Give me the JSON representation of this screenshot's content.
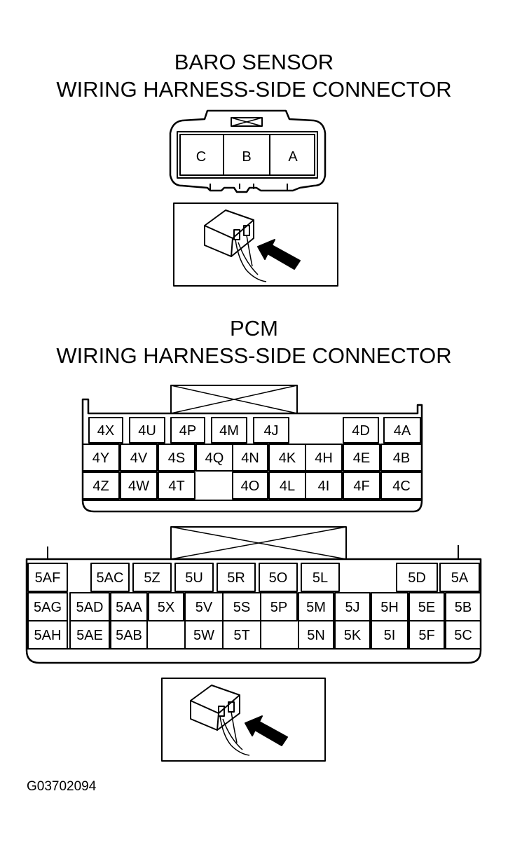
{
  "baro": {
    "title_line1": "BARO SENSOR",
    "title_line2": "WIRING HARNESS-SIDE CONNECTOR",
    "pins": [
      "C",
      "B",
      "A"
    ]
  },
  "pcm": {
    "title_line1": "PCM",
    "title_line2": "WIRING HARNESS-SIDE CONNECTOR",
    "connector4": {
      "row1": [
        "4X",
        "4U",
        "4P",
        "4M",
        "4J",
        "4D",
        "4A"
      ],
      "row2": [
        "4Y",
        "4V",
        "4S",
        "4Q",
        "4N",
        "4K",
        "4H",
        "4E",
        "4B"
      ],
      "row3": [
        "4Z",
        "4W",
        "4T",
        "4O",
        "4L",
        "4I",
        "4F",
        "4C"
      ]
    },
    "connector5": {
      "row1": [
        "5AF",
        "5AC",
        "5Z",
        "5U",
        "5R",
        "5O",
        "5L",
        "5D",
        "5A"
      ],
      "row2": [
        "5AG",
        "5AD",
        "5AA",
        "5X",
        "5V",
        "5S",
        "5P",
        "5M",
        "5J",
        "5H",
        "5E",
        "5B"
      ],
      "row3": [
        "5AH",
        "5AE",
        "5AB",
        "5W",
        "5T",
        "5N",
        "5K",
        "5I",
        "5F",
        "5C"
      ]
    }
  },
  "figure_id": "G03702094"
}
